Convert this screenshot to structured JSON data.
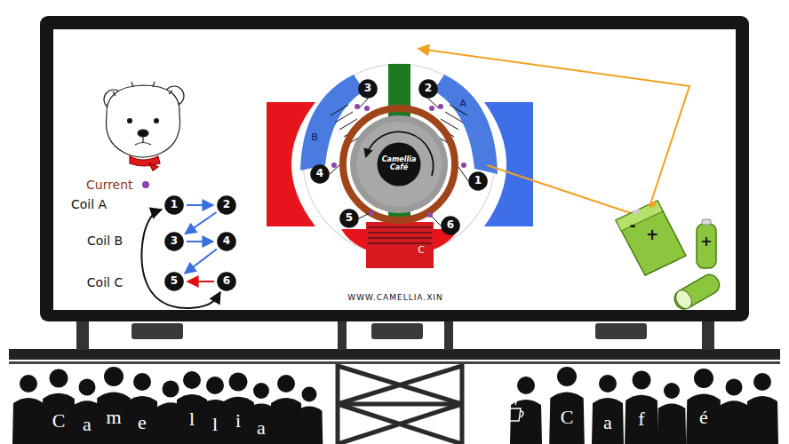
{
  "diagram": {
    "nodes": [
      {
        "text": [
          "1"
        ]
      },
      {
        "text": [
          "2"
        ]
      },
      {
        "text": [
          "3"
        ]
      },
      {
        "text": [
          "4"
        ]
      },
      {
        "text": [
          "5"
        ]
      },
      {
        "text": [
          "6"
        ]
      },
      {
        "text": [
          "3"
        ]
      },
      {
        "text": [
          "2"
        ]
      },
      {
        "text": [
          "4"
        ]
      },
      {
        "text": [
          "1"
        ]
      },
      {
        "text": [
          "5"
        ]
      },
      {
        "text": [
          "6"
        ]
      },
      {
        "text": [
          "Camellia Café"
        ]
      }
    ],
    "edges": [
      {
        "from": 0,
        "to": 1,
        "arrow": "to"
      },
      {
        "from": 1,
        "to": 2,
        "arrow": "to"
      },
      {
        "from": 2,
        "to": 3,
        "arrow": "to"
      },
      {
        "from": 3,
        "to": 4,
        "arrow": "to"
      },
      {
        "from": 5,
        "to": 4,
        "arrow": "to"
      },
      {
        "from": 5,
        "to": 0,
        "arrow": "both"
      }
    ],
    "labels": [
      "Coil A",
      "Coil B",
      "Coil C",
      "A",
      "B",
      "C",
      "WWW.CAMELLIA.XIN",
      "-",
      "+",
      "+",
      "C",
      "a",
      "m",
      "e",
      "l",
      "l",
      "i",
      "a",
      "C",
      "a",
      "f",
      "é"
    ],
    "legend": [
      {
        "text": "Current",
        "color": "#8e44ad"
      }
    ]
  }
}
